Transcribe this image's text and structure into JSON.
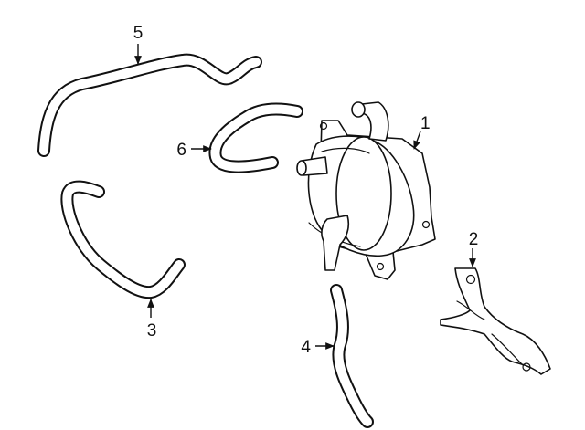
{
  "callouts": [
    {
      "id": "1",
      "label": "1"
    },
    {
      "id": "2",
      "label": "2"
    },
    {
      "id": "3",
      "label": "3"
    },
    {
      "id": "4",
      "label": "4"
    },
    {
      "id": "5",
      "label": "5"
    },
    {
      "id": "6",
      "label": "6"
    }
  ],
  "parts": [
    {
      "callout": "1",
      "icon": "oil-cooler-icon"
    },
    {
      "callout": "2",
      "icon": "mounting-bracket-icon"
    },
    {
      "callout": "3",
      "icon": "coolant-hose-icon"
    },
    {
      "callout": "4",
      "icon": "coolant-hose-icon"
    },
    {
      "callout": "5",
      "icon": "coolant-hose-icon"
    },
    {
      "callout": "6",
      "icon": "coolant-hose-icon"
    }
  ],
  "colors": {
    "line": "#111111",
    "background": "#ffffff"
  }
}
